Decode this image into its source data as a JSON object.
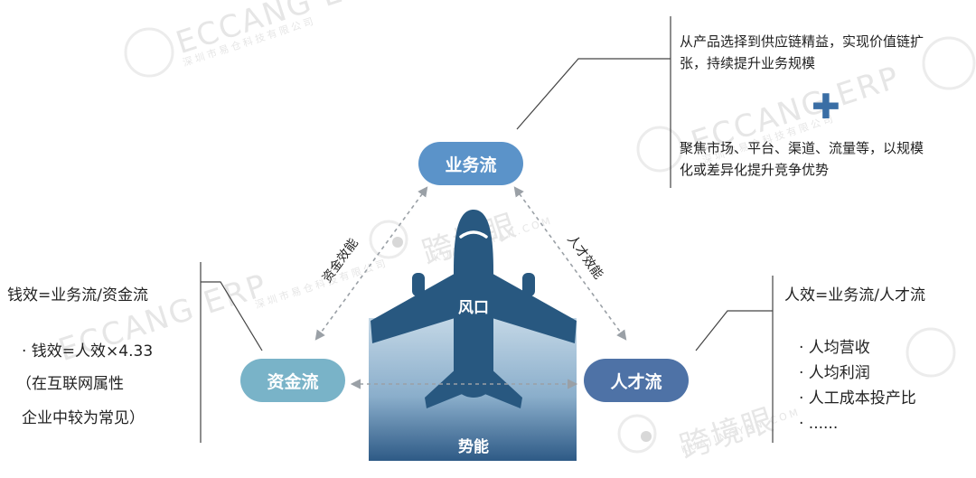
{
  "watermark": {
    "brand": "ECCANG ERP",
    "company": "深圳市易仓科技有限公司",
    "partner": "跨境眼",
    "partner_en": "KUAJINGYAN.COM"
  },
  "nodes": {
    "business": "业务流",
    "capital": "资金流",
    "talent": "人才流"
  },
  "plane": {
    "wind": "风口",
    "potential": "势能"
  },
  "edges": {
    "capital_efficiency": "资金效能",
    "talent_efficiency": "人才效能"
  },
  "business_notes": {
    "line1": "从产品选择到供应链精益，实现价值链扩",
    "line2": "张，持续提升业务规模",
    "plus": "✚",
    "line3": "聚焦市场、平台、渠道、流量等，以规模",
    "line4": "化或差异化提升竞争优势"
  },
  "capital_notes": {
    "formula": "钱效=业务流/资金流",
    "item": "· 钱效=人效×4.33",
    "note1": "（在互联网属性",
    "note2": "企业中较为常见）"
  },
  "talent_notes": {
    "formula": "人效=业务流/人才流",
    "items": [
      "·  人均营收",
      "·  人均利润",
      "·  人工成本投产比",
      "·  ......"
    ]
  },
  "colors": {
    "business": "#5b93c9",
    "capital": "#79b3c8",
    "talent": "#4e72a6",
    "plane": "#285880",
    "potential_top": "#bcd3e3",
    "potential_bottom": "#2f5c87",
    "arrow": "#9aa0a6"
  }
}
